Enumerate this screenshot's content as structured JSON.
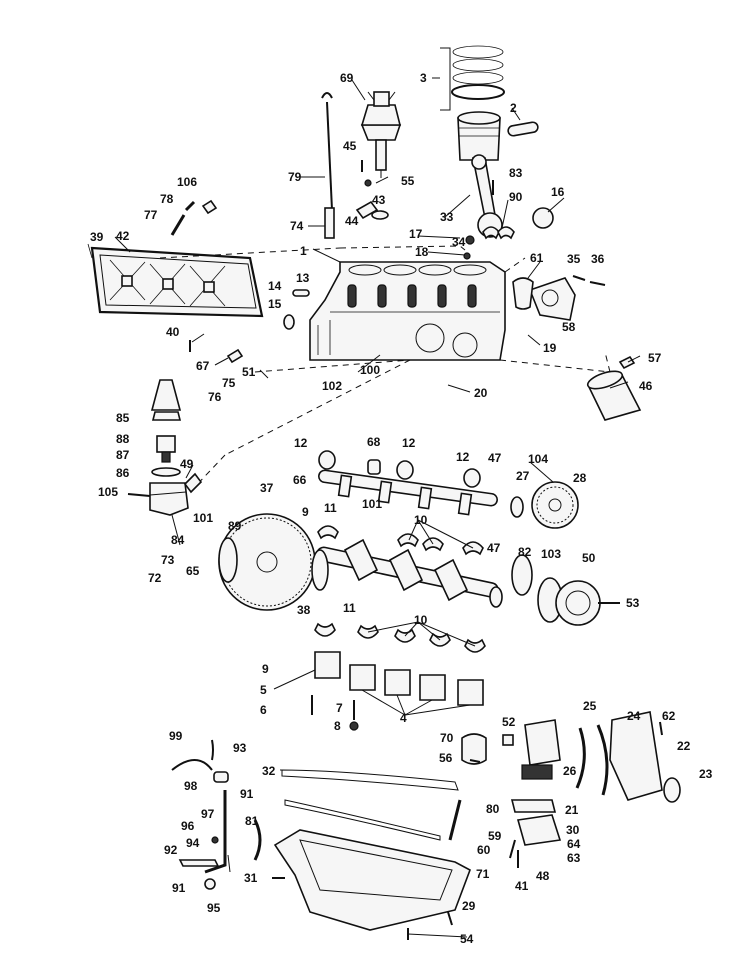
{
  "diagram": {
    "labels": [
      "1",
      "2",
      "3",
      "4",
      "5",
      "6",
      "7",
      "8",
      "9",
      "9",
      "10",
      "10",
      "11",
      "11",
      "12",
      "12",
      "12",
      "13",
      "14",
      "15",
      "16",
      "17",
      "18",
      "19",
      "20",
      "21",
      "22",
      "23",
      "24",
      "25",
      "26",
      "27",
      "28",
      "29",
      "30",
      "31",
      "32",
      "33",
      "34",
      "35",
      "36",
      "37",
      "38",
      "39",
      "40",
      "41",
      "42",
      "43",
      "44",
      "45",
      "46",
      "47",
      "47",
      "48",
      "49",
      "50",
      "51",
      "52",
      "53",
      "54",
      "55",
      "56",
      "57",
      "58",
      "59",
      "60",
      "61",
      "62",
      "63",
      "64",
      "65",
      "66",
      "67",
      "68",
      "69",
      "70",
      "71",
      "72",
      "73",
      "74",
      "75",
      "76",
      "77",
      "78",
      "79",
      "80",
      "81",
      "82",
      "83",
      "84",
      "85",
      "86",
      "87",
      "88",
      "89",
      "90",
      "91",
      "91",
      "92",
      "93",
      "94",
      "95",
      "96",
      "97",
      "98",
      "99",
      "100",
      "101",
      "101",
      "102",
      "103",
      "104",
      "105",
      "106"
    ]
  }
}
